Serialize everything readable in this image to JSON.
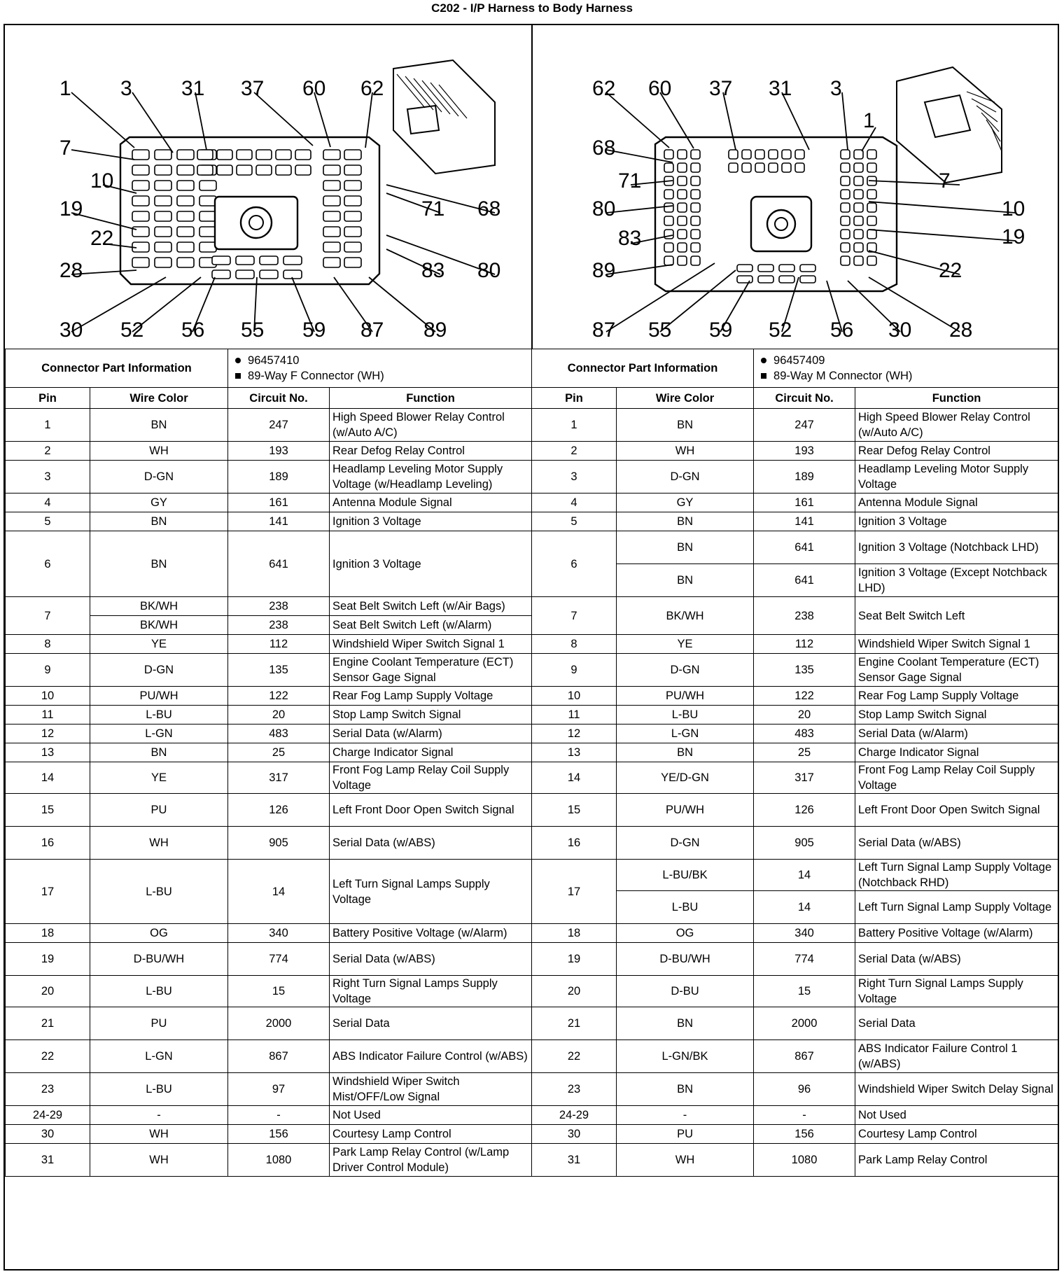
{
  "title": "C202 - I/P Harness to Body Harness",
  "left_diagram_labels": [
    "1",
    "3",
    "31",
    "37",
    "60",
    "62",
    "7",
    "10",
    "19",
    "22",
    "28",
    "71",
    "68",
    "83",
    "80",
    "30",
    "52",
    "56",
    "55",
    "59",
    "87",
    "89"
  ],
  "right_diagram_labels": [
    "62",
    "60",
    "37",
    "31",
    "3",
    "1",
    "68",
    "71",
    "80",
    "83",
    "89",
    "7",
    "10",
    "19",
    "22",
    "87",
    "55",
    "59",
    "52",
    "56",
    "30",
    "28"
  ],
  "connector_left": {
    "info_label": "Connector Part Information",
    "part_number": "96457410",
    "description": "89-Way F Connector (WH)"
  },
  "connector_right": {
    "info_label": "Connector Part Information",
    "part_number": "96457409",
    "description": "89-Way M Connector (WH)"
  },
  "headers": [
    "Pin",
    "Wire Color",
    "Circuit No.",
    "Function"
  ],
  "left_rows": [
    {
      "pin": "1",
      "color": "BN",
      "circuit": "247",
      "function": "High Speed Blower Relay Control (w/Auto A/C)"
    },
    {
      "pin": "2",
      "color": "WH",
      "circuit": "193",
      "function": "Rear Defog Relay Control"
    },
    {
      "pin": "3",
      "color": "D-GN",
      "circuit": "189",
      "function": "Headlamp Leveling Motor Supply Voltage (w/Headlamp Leveling)"
    },
    {
      "pin": "4",
      "color": "GY",
      "circuit": "161",
      "function": "Antenna Module Signal"
    },
    {
      "pin": "5",
      "color": "BN",
      "circuit": "141",
      "function": "Ignition 3 Voltage"
    },
    {
      "pin": "6",
      "color": "BN",
      "circuit": "641",
      "function": "Ignition 3 Voltage"
    },
    {
      "pin": "7",
      "color": "BK/WH",
      "circuit": "238",
      "function": "Seat Belt Switch Left (w/Air Bags)"
    },
    {
      "pin": "",
      "color": "BK/WH",
      "circuit": "238",
      "function": "Seat Belt Switch Left (w/Alarm)"
    },
    {
      "pin": "8",
      "color": "YE",
      "circuit": "112",
      "function": "Windshield Wiper Switch Signal 1"
    },
    {
      "pin": "9",
      "color": "D-GN",
      "circuit": "135",
      "function": "Engine Coolant Temperature (ECT) Sensor Gage Signal"
    },
    {
      "pin": "10",
      "color": "PU/WH",
      "circuit": "122",
      "function": "Rear Fog Lamp Supply Voltage"
    },
    {
      "pin": "11",
      "color": "L-BU",
      "circuit": "20",
      "function": "Stop Lamp Switch Signal"
    },
    {
      "pin": "12",
      "color": "L-GN",
      "circuit": "483",
      "function": "Serial Data (w/Alarm)"
    },
    {
      "pin": "13",
      "color": "BN",
      "circuit": "25",
      "function": "Charge Indicator Signal"
    },
    {
      "pin": "14",
      "color": "YE",
      "circuit": "317",
      "function": "Front Fog Lamp Relay Coil Supply Voltage"
    },
    {
      "pin": "15",
      "color": "PU",
      "circuit": "126",
      "function": "Left Front Door Open Switch Signal"
    },
    {
      "pin": "16",
      "color": "WH",
      "circuit": "905",
      "function": "Serial Data (w/ABS)"
    },
    {
      "pin": "17",
      "color": "L-BU",
      "circuit": "14",
      "function": "Left Turn Signal Lamps Supply Voltage"
    },
    {
      "pin": "18",
      "color": "OG",
      "circuit": "340",
      "function": "Battery Positive Voltage (w/Alarm)"
    },
    {
      "pin": "19",
      "color": "D-BU/WH",
      "circuit": "774",
      "function": "Serial Data (w/ABS)"
    },
    {
      "pin": "20",
      "color": "L-BU",
      "circuit": "15",
      "function": "Right Turn Signal Lamps Supply Voltage"
    },
    {
      "pin": "21",
      "color": "PU",
      "circuit": "2000",
      "function": "Serial Data"
    },
    {
      "pin": "22",
      "color": "L-GN",
      "circuit": "867",
      "function": "ABS Indicator Failure Control (w/ABS)"
    },
    {
      "pin": "23",
      "color": "L-BU",
      "circuit": "97",
      "function": "Windshield Wiper Switch Mist/OFF/Low Signal"
    },
    {
      "pin": "24-29",
      "color": "-",
      "circuit": "-",
      "function": "Not Used"
    },
    {
      "pin": "30",
      "color": "WH",
      "circuit": "156",
      "function": "Courtesy Lamp Control"
    },
    {
      "pin": "31",
      "color": "WH",
      "circuit": "1080",
      "function": "Park Lamp Relay Control (w/Lamp Driver Control Module)"
    }
  ],
  "right_rows": [
    {
      "pin": "1",
      "color": "BN",
      "circuit": "247",
      "function": "High Speed Blower Relay Control (w/Auto A/C)"
    },
    {
      "pin": "2",
      "color": "WH",
      "circuit": "193",
      "function": "Rear Defog Relay Control"
    },
    {
      "pin": "3",
      "color": "D-GN",
      "circuit": "189",
      "function": "Headlamp Leveling Motor Supply Voltage"
    },
    {
      "pin": "4",
      "color": "GY",
      "circuit": "161",
      "function": "Antenna Module Signal"
    },
    {
      "pin": "5",
      "color": "BN",
      "circuit": "141",
      "function": "Ignition 3 Voltage"
    },
    {
      "pin": "6",
      "color": "BN",
      "circuit": "641",
      "function": "Ignition 3 Voltage (Notchback LHD)"
    },
    {
      "pin": "",
      "color": "BN",
      "circuit": "641",
      "function": "Ignition 3 Voltage (Except Notchback LHD)"
    },
    {
      "pin": "7",
      "color": "BK/WH",
      "circuit": "238",
      "function": "Seat Belt Switch Left"
    },
    {
      "pin": "8",
      "color": "YE",
      "circuit": "112",
      "function": "Windshield Wiper Switch Signal 1"
    },
    {
      "pin": "9",
      "color": "D-GN",
      "circuit": "135",
      "function": "Engine Coolant Temperature (ECT) Sensor Gage Signal"
    },
    {
      "pin": "10",
      "color": "PU/WH",
      "circuit": "122",
      "function": "Rear Fog Lamp Supply Voltage"
    },
    {
      "pin": "11",
      "color": "L-BU",
      "circuit": "20",
      "function": "Stop Lamp Switch Signal"
    },
    {
      "pin": "12",
      "color": "L-GN",
      "circuit": "483",
      "function": "Serial Data (w/Alarm)"
    },
    {
      "pin": "13",
      "color": "BN",
      "circuit": "25",
      "function": "Charge Indicator Signal"
    },
    {
      "pin": "14",
      "color": "YE/D-GN",
      "circuit": "317",
      "function": "Front Fog Lamp Relay Coil Supply Voltage"
    },
    {
      "pin": "15",
      "color": "PU/WH",
      "circuit": "126",
      "function": "Left Front Door Open Switch Signal"
    },
    {
      "pin": "16",
      "color": "D-GN",
      "circuit": "905",
      "function": "Serial Data (w/ABS)"
    },
    {
      "pin": "17",
      "color": "L-BU/BK",
      "circuit": "14",
      "function": "Left Turn Signal Lamp Supply Voltage (Notchback RHD)"
    },
    {
      "pin": "",
      "color": "L-BU",
      "circuit": "14",
      "function": "Left Turn Signal Lamp Supply Voltage"
    },
    {
      "pin": "18",
      "color": "OG",
      "circuit": "340",
      "function": "Battery Positive Voltage (w/Alarm)"
    },
    {
      "pin": "19",
      "color": "D-BU/WH",
      "circuit": "774",
      "function": "Serial Data (w/ABS)"
    },
    {
      "pin": "20",
      "color": "D-BU",
      "circuit": "15",
      "function": "Right Turn Signal Lamps Supply Voltage"
    },
    {
      "pin": "21",
      "color": "BN",
      "circuit": "2000",
      "function": "Serial Data"
    },
    {
      "pin": "22",
      "color": "L-GN/BK",
      "circuit": "867",
      "function": "ABS Indicator Failure Control 1 (w/ABS)"
    },
    {
      "pin": "23",
      "color": "BN",
      "circuit": "96",
      "function": "Windshield Wiper Switch Delay Signal"
    },
    {
      "pin": "24-29",
      "color": "-",
      "circuit": "-",
      "function": "Not Used"
    },
    {
      "pin": "30",
      "color": "PU",
      "circuit": "156",
      "function": "Courtesy Lamp Control"
    },
    {
      "pin": "31",
      "color": "WH",
      "circuit": "1080",
      "function": "Park Lamp Relay Control"
    }
  ]
}
